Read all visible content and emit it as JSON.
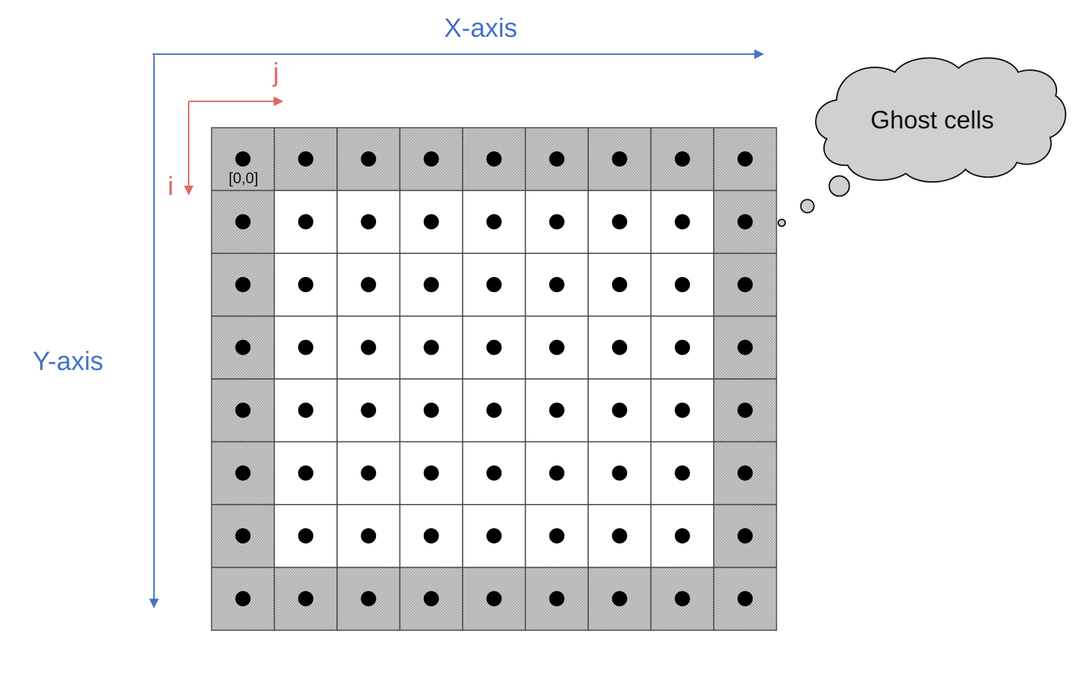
{
  "labels": {
    "x_axis": "X-axis",
    "y_axis": "Y-axis",
    "j_index": "j",
    "i_index": "i",
    "origin": "[0,0]",
    "callout": "Ghost cells"
  },
  "grid": {
    "rows": 8,
    "cols": 9,
    "ghost_border_cells": 1
  },
  "colors": {
    "axis_blue": "#4472C4",
    "index_red": "#E06666",
    "ghost_fill": "#C8C8C8",
    "interior_fill": "#FFFFFF",
    "grid_line": "#444444",
    "dot": "#000000",
    "cloud_fill": "#D0D0D0",
    "text_dark": "#111111"
  }
}
